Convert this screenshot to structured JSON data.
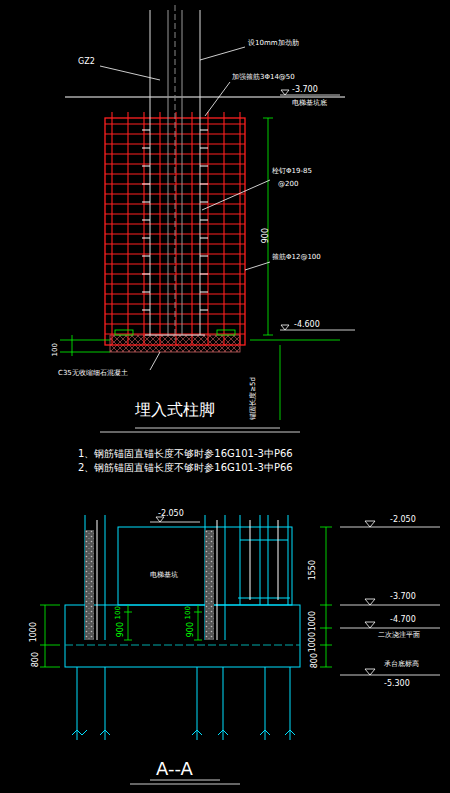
{
  "diagram": {
    "title": "埋入式柱脚",
    "labels": [
      "GZ2",
      "设10mm加劲肋",
      "加强箍筋3Φ14@50",
      "-3.700",
      "电梯基坑底",
      "栓钉Φ19-85",
      "@200",
      "900",
      "箍筋Φ12@100",
      "-4.600",
      "100",
      "C35无收缩细石混凝土",
      "锚固长度≥5d",
      "1、钢筋锚固直锚长度不够时参16G101-3中P66",
      "2、钢筋锚固直锚长度不够时参16G101-3中P66",
      "-2.050",
      "电梯基坑",
      "1000",
      "800",
      "100",
      "900",
      "100",
      "900",
      "-2.050",
      "1550",
      "-3.700",
      "1000",
      "1000",
      "-4.700",
      "二次浇注平面",
      "800",
      "承台底标高",
      "-5.300",
      "A--A"
    ]
  }
}
